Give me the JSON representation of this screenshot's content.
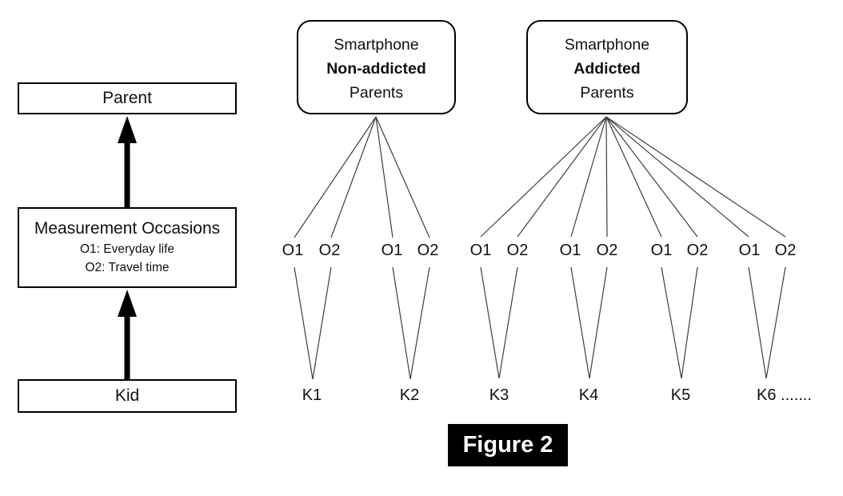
{
  "figure": {
    "label": "Figure 2"
  },
  "left_panel": {
    "parent_label": "Parent",
    "measurement_title": "Measurement Occasions",
    "measurement_o1": "O1: Everyday life",
    "measurement_o2": "O2: Travel time",
    "kid_label": "Kid"
  },
  "group_boxes": [
    {
      "line1": "Smartphone",
      "line2": "Non-addicted",
      "line3": "Parents"
    },
    {
      "line1": "Smartphone",
      "line2": "Addicted",
      "line3": "Parents"
    }
  ],
  "occasions": [
    "O1",
    "O2",
    "O1",
    "O2",
    "O1",
    "O2",
    "O1",
    "O2",
    "O1",
    "O2",
    "O1",
    "O2"
  ],
  "kids": [
    "K1",
    "K2",
    "K3",
    "K4",
    "K5",
    "K6 ......."
  ],
  "colors": {
    "line": "#3f3f3f",
    "box_border": "#000000",
    "arrow": "#000000",
    "figure_bg": "#000000",
    "figure_text": "#ffffff"
  }
}
